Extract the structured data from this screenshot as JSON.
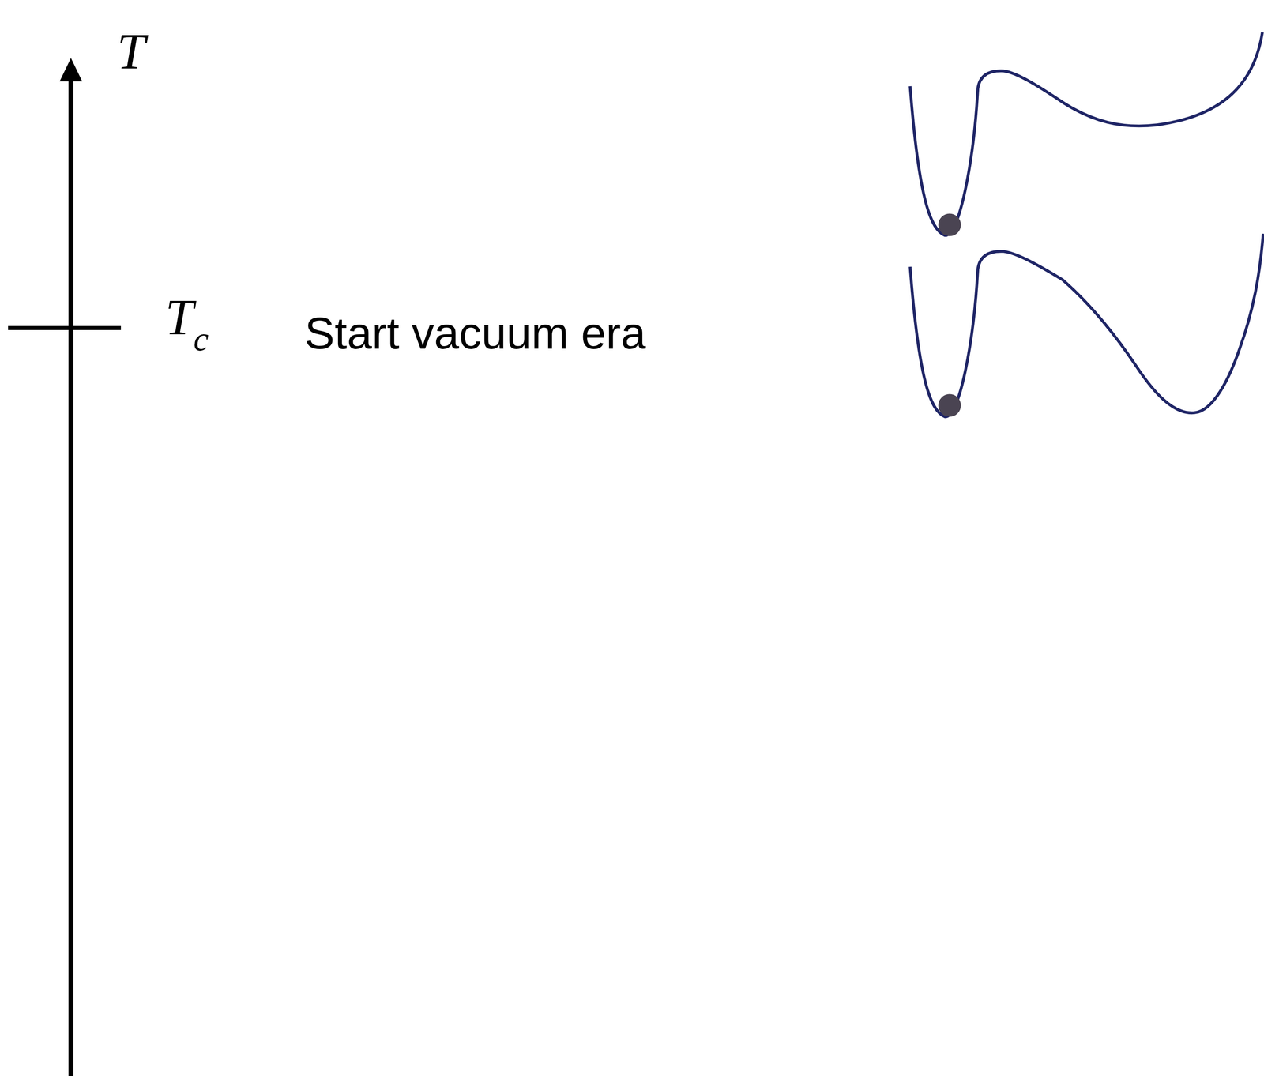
{
  "diagram": {
    "labels": [
      "T",
      "T",
      "c",
      "Start vacuum era"
    ]
  }
}
